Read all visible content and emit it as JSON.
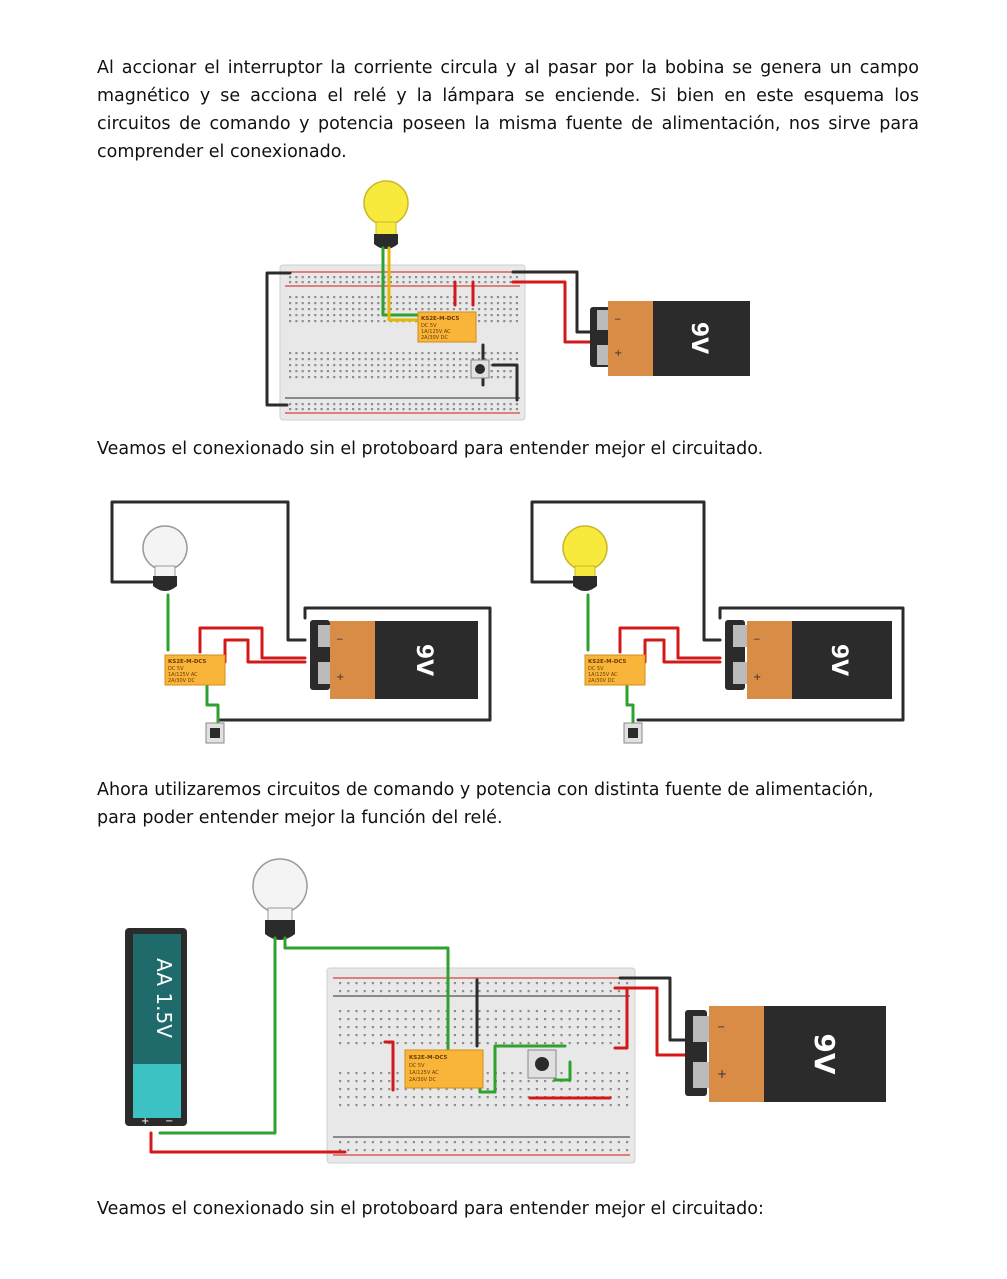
{
  "paragraphs": {
    "p1": "Al accionar el interruptor la corriente circula y al pasar por la bobina se genera un campo magnético y se acciona el relé y la lámpara se enciende. Si bien en este esquema los circuitos de comando y potencia poseen la misma fuente de alimentación, nos sirve para comprender el conexionado.",
    "p2": "Veamos el conexionado sin el protoboard para entender mejor el circuitado.",
    "p3_line1": "Ahora utilizaremos circuitos de comando y potencia con distinta fuente de alimentación,",
    "p3_line2": "para poder entender mejor la función del relé.",
    "p4": "Veamos el conexionado sin el protoboard para entender mejor el circuitado:"
  },
  "components": {
    "battery_9v_label": "9V",
    "battery_aa_label": "AA 1.5V",
    "relay": {
      "model": "KS2E-M-DC5",
      "line1": "DC 5V",
      "line2": "1A/125V AC",
      "line3": "2A/30V DC"
    },
    "terminal_minus": "−",
    "terminal_plus": "+"
  },
  "figures": {
    "fig1_lamp_on": true,
    "fig2_left_lamp_on": false,
    "fig2_right_lamp_on": true,
    "fig3_lamp_on": false
  },
  "colors": {
    "lamp_on": "#f7ea3c",
    "lamp_off": "#f4f4f4",
    "battery_body": "#d98c45",
    "battery_cap": "#2b2b2b",
    "relay_body": "#f8b53a",
    "aa_body": "#1f6b6b",
    "aa_cap": "#3cc2c2",
    "wire_red": "#d21818",
    "wire_black": "#2b2b2b",
    "wire_green": "#2fa12f",
    "wire_yellow": "#e4b800"
  }
}
